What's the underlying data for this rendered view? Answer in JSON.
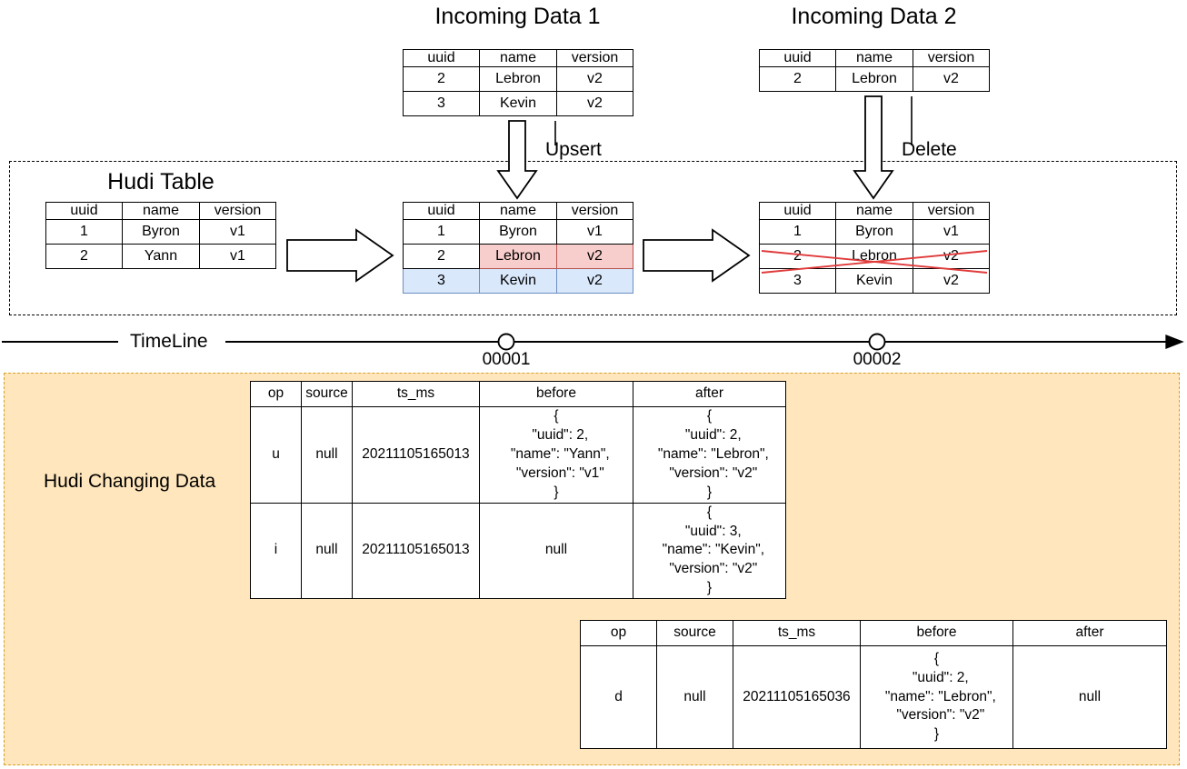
{
  "diagram": {
    "titles": {
      "incoming1": "Incoming Data 1",
      "incoming2": "Incoming Data 2",
      "hudi_table": "Hudi Table",
      "changing_data": "Hudi Changing Data"
    },
    "operations": {
      "upsert": "Upsert",
      "delete": "Delete"
    },
    "timeline": {
      "label": "TimeLine",
      "commits": [
        "00001",
        "00002"
      ]
    },
    "colors": {
      "highlight_update": "#f8cecc",
      "highlight_insert": "#dae8fc",
      "changing_region": "#ffe6bc",
      "changing_region_border": "#d6a12b",
      "delete_cross": "#e03a3a"
    }
  },
  "record_table": {
    "headers": [
      "uuid",
      "name",
      "version"
    ]
  },
  "incoming_data_1": {
    "rows": [
      [
        "2",
        "Lebron",
        "v2"
      ],
      [
        "3",
        "Kevin",
        "v2"
      ]
    ]
  },
  "incoming_data_2": {
    "rows": [
      [
        "2",
        "Lebron",
        "v2"
      ]
    ]
  },
  "hudi_table_initial": {
    "rows": [
      [
        "1",
        "Byron",
        "v1"
      ],
      [
        "2",
        "Yann",
        "v1"
      ]
    ]
  },
  "hudi_table_after_upsert": {
    "rows": [
      {
        "cells": [
          "1",
          "Byron",
          "v1"
        ],
        "highlight": "none"
      },
      {
        "cells": [
          "2",
          "Lebron",
          "v2"
        ],
        "highlight": "update"
      },
      {
        "cells": [
          "3",
          "Kevin",
          "v2"
        ],
        "highlight": "insert"
      }
    ]
  },
  "hudi_table_after_delete": {
    "rows": [
      {
        "cells": [
          "1",
          "Byron",
          "v1"
        ],
        "struck": false
      },
      {
        "cells": [
          "2",
          "Lebron",
          "v2"
        ],
        "struck": true
      },
      {
        "cells": [
          "3",
          "Kevin",
          "v2"
        ],
        "struck": false
      }
    ]
  },
  "changing_data": {
    "headers": [
      "op",
      "source",
      "ts_ms",
      "before",
      "after"
    ],
    "commit_00001_rows": [
      {
        "op": "u",
        "source": "null",
        "ts_ms": "20211105165013",
        "before": "{\n  \"uuid\": 2,\n  \"name\": \"Yann\",\n  \"version\": \"v1\"\n}",
        "after": "{\n  \"uuid\": 2,\n  \"name\": \"Lebron\",\n  \"version\": \"v2\"\n}"
      },
      {
        "op": "i",
        "source": "null",
        "ts_ms": "20211105165013",
        "before": "null",
        "after": "{\n  \"uuid\": 3,\n  \"name\": \"Kevin\",\n  \"version\": \"v2\"\n}"
      }
    ],
    "commit_00002_rows": [
      {
        "op": "d",
        "source": "null",
        "ts_ms": "20211105165036",
        "before": "{\n  \"uuid\": 2,\n  \"name\": \"Lebron\",\n  \"version\": \"v2\"\n}",
        "after": "null"
      }
    ]
  }
}
